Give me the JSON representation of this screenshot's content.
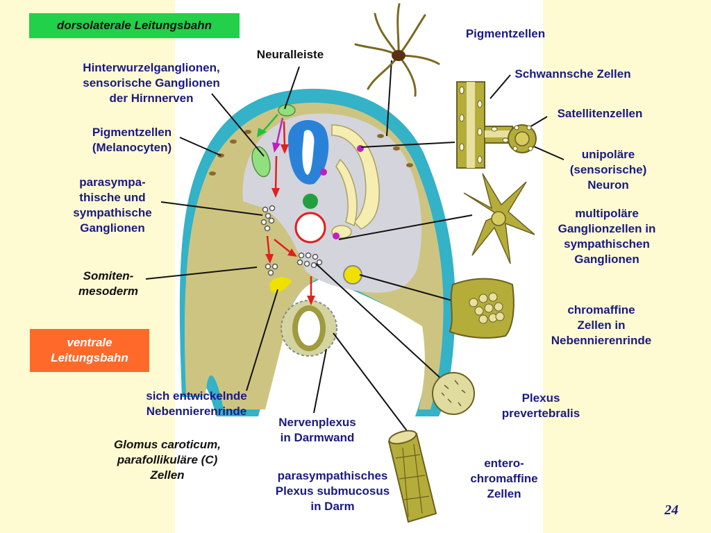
{
  "colors": {
    "side_panel": "#fefad2",
    "label_text": "#1a1a80",
    "dorsal_path_box": "#22d04a",
    "ventral_path_box": "#ff6a2a",
    "ectoderm": "#33b2c8",
    "mesoderm": "#cdc481",
    "neural_tube": "#2a82d8",
    "cell_olive": "#b5ad3a",
    "arrow_red": "#e02020",
    "arrow_green": "#22c040",
    "arrow_magenta": "#c020c0"
  },
  "boxes": {
    "dorsal": "dorsolaterale Leitungsbahn",
    "ventral": [
      "ventrale",
      "Leitungsbahn"
    ]
  },
  "labels": {
    "neuralleiste": "Neuralleiste",
    "hinterwurzel": [
      "Hinterwurzelganglionen,",
      "sensorische Ganglionen",
      "der  Hirnnerven"
    ],
    "pigment_melanocyten": [
      "Pigmentzellen",
      "(Melanocyten)"
    ],
    "parasympathisch_sympathisch": [
      "parasympa-",
      "thische und",
      "sympathische",
      "Ganglionen"
    ],
    "somiten": [
      "Somiten-",
      "mesoderm"
    ],
    "nebennierenrinde_entw": [
      "sich entwickelnde",
      "Nebennierenrinde"
    ],
    "glomus": [
      "Glomus caroticum,",
      "parafollikuläre (C)",
      "Zellen"
    ],
    "nervenplexus": [
      "Nervenplexus",
      "in Darmwand"
    ],
    "plexus_submucosus": [
      "parasympathisches",
      "Plexus submucosus",
      "in Darm"
    ],
    "pigmentzellen": "Pigmentzellen",
    "schwann": "Schwannsche Zellen",
    "satelliten": "Satellitenzellen",
    "unipolar": [
      "unipoläre",
      "(sensorische)",
      "Neuron"
    ],
    "multipolar": [
      "multipoläre",
      "Ganglionzellen in",
      "sympathischen",
      "Ganglionen"
    ],
    "chromaffin": [
      "chromaffine",
      "Zellen in",
      "Nebennierenrinde"
    ],
    "plexus_prevertebralis": [
      "Plexus",
      "prevertebralis"
    ],
    "enterochromaffin": [
      "entero-",
      "chromaffine",
      "Zellen"
    ]
  },
  "page_number": "24"
}
